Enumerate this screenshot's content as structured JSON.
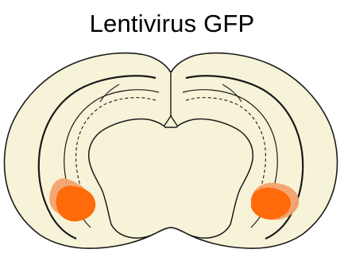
{
  "title": "Lentivirus GFP",
  "colors": {
    "background": "#ffffff",
    "tissue_fill": "#f7f3d8",
    "outline": "#1a1a1a",
    "injection_core": "#ff6a0a",
    "injection_spread": "#f6a56c"
  },
  "diagram": {
    "type": "coronal-brain-section",
    "injection_sites": [
      "left-hemisphere",
      "right-hemisphere"
    ]
  }
}
